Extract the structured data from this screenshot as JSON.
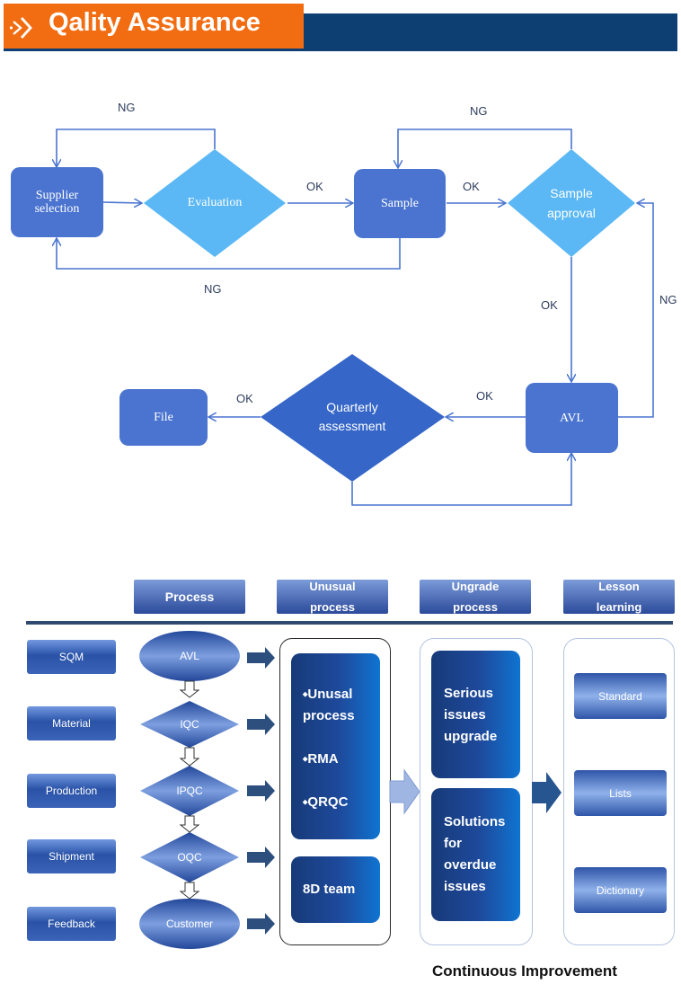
{
  "header": {
    "title": "Qality Assurance"
  },
  "flow": {
    "supplier_selection": "Supplier selection",
    "evaluation": "Evaluation",
    "sample": "Sample",
    "sample_approval": "Sample approval",
    "avl": "AVL",
    "quarterly_assessment": "Quarterly assessment",
    "file": "File",
    "labels": {
      "ng_top_left": "NG",
      "ng_bottom_left": "NG",
      "ok_eval_sample": "OK",
      "ng_top_right": "NG",
      "ok_sample_approval": "OK",
      "ok_approval_avl": "OK",
      "ng_right": "NG",
      "ok_avl_quarterly": "OK",
      "ok_quarterly_file": "OK"
    }
  },
  "process": {
    "headers": [
      "Process",
      "Unusual process",
      "Ungrade process",
      "Lesson learning"
    ],
    "left_items": [
      "SQM",
      "Material",
      "Production",
      "Shipment",
      "Feedback"
    ],
    "shapes": [
      "AVL",
      "IQC",
      "IPQC",
      "OQC",
      "Customer"
    ],
    "unusual": {
      "items": [
        "Unusal process",
        "RMA",
        "QRQC"
      ],
      "team": "8D team"
    },
    "upgrade": {
      "serious": "Serious issues upgrade",
      "solutions": "Solutions for overdue issues"
    },
    "lesson": [
      "Standard",
      "Lists",
      "Dictionary"
    ],
    "footer": "Continuous Improvement"
  },
  "colors": {
    "header_orange": "#f26c12",
    "header_navy": "#0d3f73",
    "box_blue": "#4a74cf",
    "diamond_light": "#5bb8f5",
    "diamond_dark": "#3566c8"
  }
}
